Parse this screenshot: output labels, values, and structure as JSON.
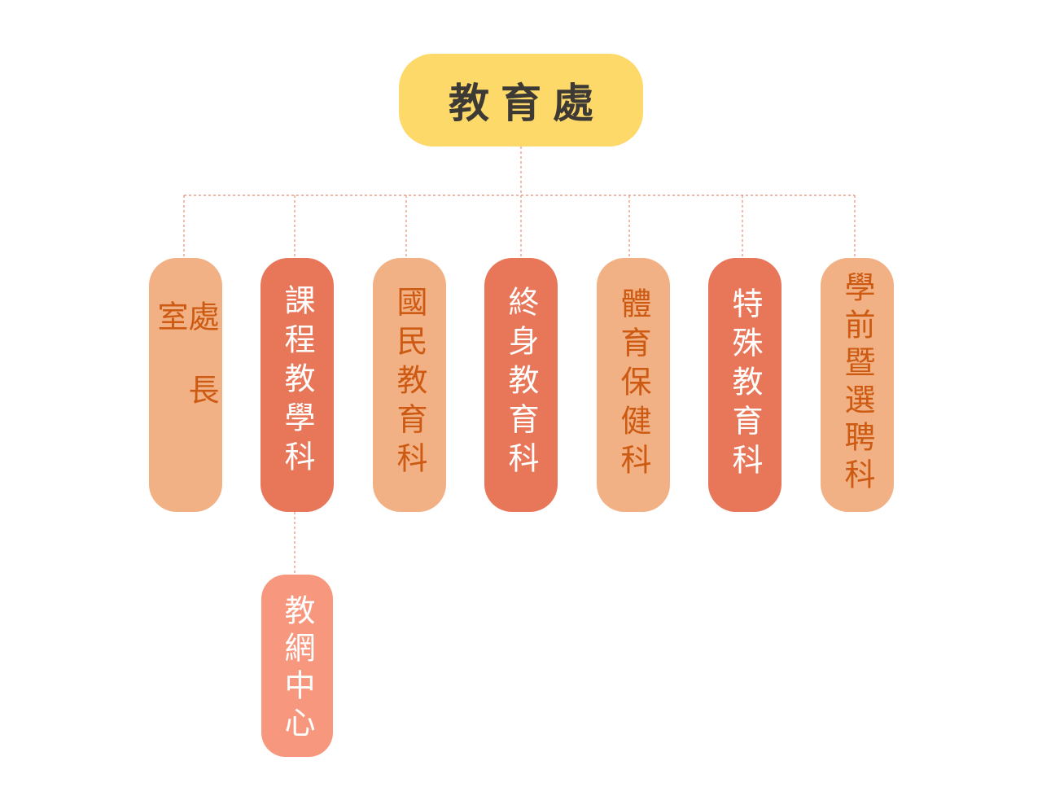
{
  "root": {
    "label": "教育處"
  },
  "units": [
    {
      "label": "處長室",
      "tone": "light"
    },
    {
      "label": "課程教學科",
      "tone": "dark"
    },
    {
      "label": "國民教育科",
      "tone": "light"
    },
    {
      "label": "終身教育科",
      "tone": "dark"
    },
    {
      "label": "體育保健科",
      "tone": "light"
    },
    {
      "label": "特殊教育科",
      "tone": "dark"
    },
    {
      "label": "學前暨選聘科",
      "tone": "light"
    }
  ],
  "subunit": {
    "parent": "課程教學科",
    "label": "教網中心"
  },
  "colors": {
    "root_fill": "#fdd96a",
    "light_fill": "#f2b184",
    "light_text": "#cc5a12",
    "dark_fill": "#e8775a",
    "sub_fill": "#f7977d",
    "connector": "#e38e74"
  }
}
